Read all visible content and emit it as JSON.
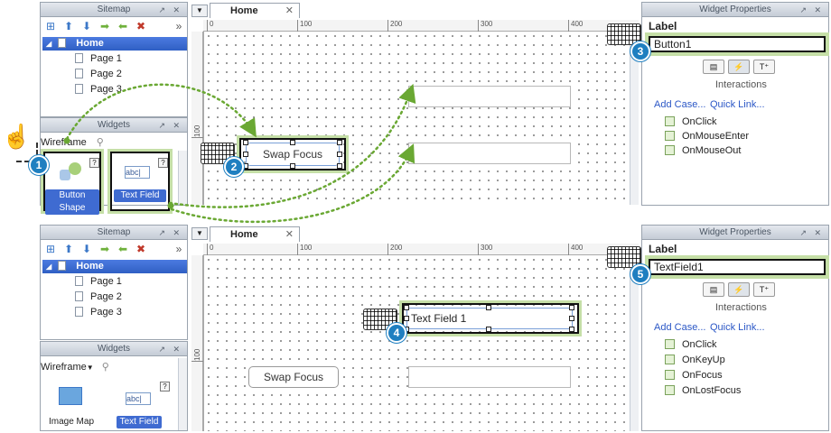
{
  "top": {
    "sitemap": {
      "title": "Sitemap",
      "tree": {
        "home": "Home",
        "pages": [
          "Page 1",
          "Page 2",
          "Page 3"
        ]
      }
    },
    "widgets": {
      "title": "Widgets",
      "library": "Wireframe",
      "items": [
        {
          "label": "Button Shape"
        },
        {
          "label": "Text Field"
        }
      ]
    },
    "tab": {
      "label": "Home"
    },
    "ruler": {
      "h_ticks": [
        "0",
        "100",
        "200",
        "300",
        "400"
      ],
      "v_ticks": [
        "100"
      ]
    },
    "canvas": {
      "selected_button": "Swap Focus"
    },
    "properties": {
      "title": "Widget Properties",
      "label_heading": "Label",
      "label_value": "Button1",
      "section": "Interactions",
      "add_case": "Add Case...",
      "quick_link": "Quick Link...",
      "events": [
        "OnClick",
        "OnMouseEnter",
        "OnMouseOut"
      ]
    },
    "callouts": [
      "1",
      "2",
      "3"
    ]
  },
  "bottom": {
    "sitemap": {
      "title": "Sitemap",
      "tree": {
        "home": "Home",
        "pages": [
          "Page 1",
          "Page 2",
          "Page 3"
        ]
      }
    },
    "widgets": {
      "title": "Widgets",
      "library": "Wireframe",
      "items": [
        {
          "label": "Image Map"
        },
        {
          "label": "Text Field"
        }
      ]
    },
    "tab": {
      "label": "Home"
    },
    "ruler": {
      "h_ticks": [
        "0",
        "100",
        "200",
        "300",
        "400"
      ],
      "v_ticks": [
        "100"
      ]
    },
    "canvas": {
      "text_field_value": "Text Field 1",
      "button": "Swap Focus"
    },
    "properties": {
      "title": "Widget Properties",
      "label_heading": "Label",
      "label_value": "TextField1",
      "section": "Interactions",
      "add_case": "Add Case...",
      "quick_link": "Quick Link...",
      "events": [
        "OnClick",
        "OnKeyUp",
        "OnFocus",
        "OnLostFocus"
      ]
    },
    "callouts": [
      "4",
      "5"
    ]
  },
  "colors": {
    "accent_green": "#c5dfa7",
    "badge_blue": "#1f7fc0",
    "selection_blue": "#3f6bd1"
  },
  "icons": [
    "hand-cursor-icon",
    "keyboard-icon",
    "page-icon",
    "event-icon"
  ]
}
